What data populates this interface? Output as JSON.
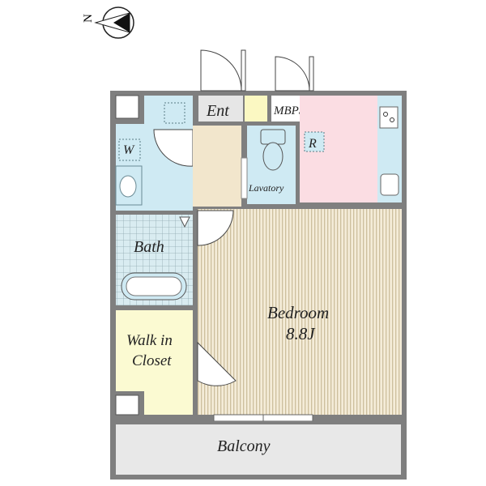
{
  "compass": {
    "letter": "N"
  },
  "rooms": {
    "entrance": "Ent",
    "mbps": "MBPS",
    "washer": "W",
    "refrigerator": "R",
    "lavatory": "Lavatory",
    "bath": "Bath",
    "bedroom_name": "Bedroom",
    "bedroom_size": "8.8J",
    "closet_line1": "Walk in",
    "closet_line2": "Closet",
    "balcony": "Balcony"
  },
  "colors": {
    "wall": "#7f7f7f",
    "wet_area": "#cfeaf3",
    "kitchen": "#fbdde3",
    "hall": "#f2e6cc",
    "closet": "#fbfad2",
    "bedroom_base": "#f4ecd8",
    "bedroom_stripe": "#cdbf9d",
    "balcony": "#e8e8e8",
    "mbps_box": "#fbf8c2"
  }
}
